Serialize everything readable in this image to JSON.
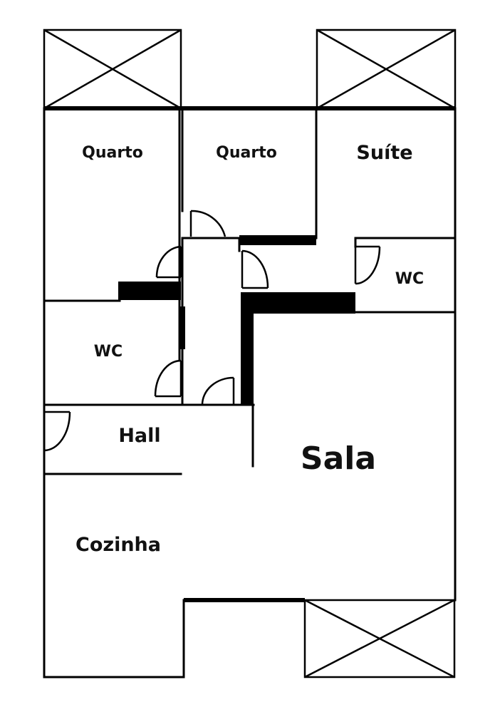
{
  "rooms": {
    "quarto_1": "Quarto",
    "quarto_2": "Quarto",
    "suite": "Suíte",
    "wc_suite": "WC",
    "wc": "WC",
    "hall": "Hall",
    "sala": "Sala",
    "cozinha": "Cozinha"
  },
  "colors": {
    "walls": "#000000",
    "background": "#ffffff"
  }
}
